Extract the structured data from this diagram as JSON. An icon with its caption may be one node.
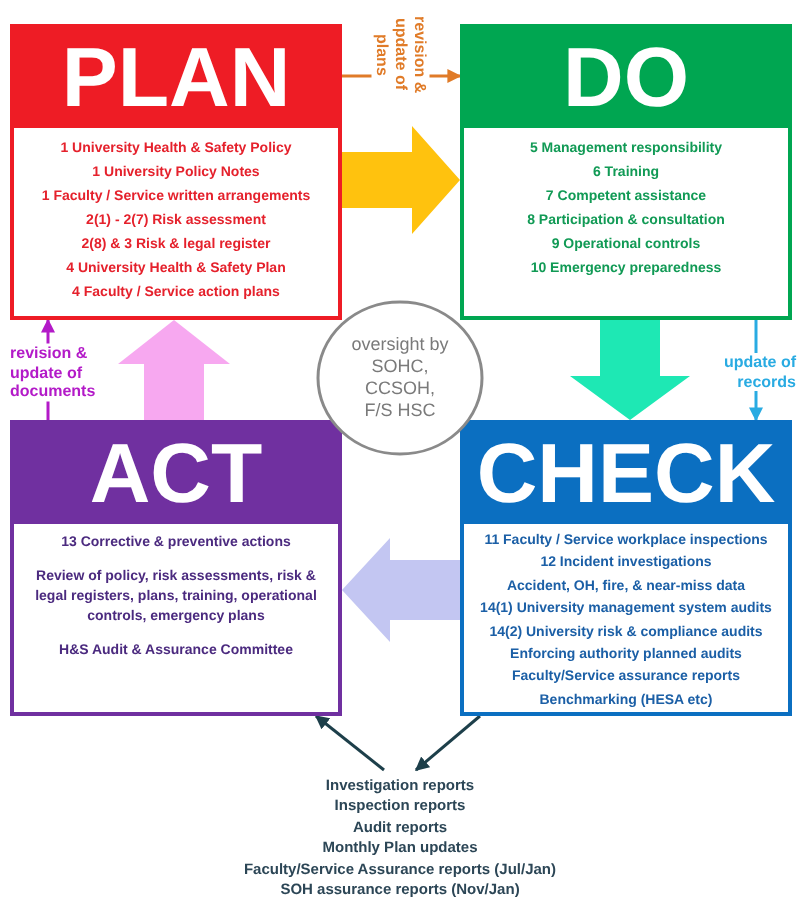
{
  "diagram": {
    "nodes": [
      {
        "text": [
          "PLAN",
          "1 University Health & Safety Policy",
          "1 University Policy Notes",
          "1 Faculty / Service written arrangements",
          "2(1) - 2(7) Risk assessment",
          "2(8) & 3 Risk & legal register",
          "4 University Health & Safety Plan",
          "4 Faculty / Service action plans"
        ]
      },
      {
        "text": [
          "DO",
          "5 Management responsibility",
          "6 Training",
          "7 Competent assistance",
          "8 Participation & consultation",
          "9 Operational controls",
          "10 Emergency preparedness"
        ]
      },
      {
        "text": [
          "ACT",
          "13 Corrective & preventive actions",
          "Review of policy, risk assessments, risk & legal registers, plans, training, operational controls, emergency plans",
          "H&S Audit & Assurance Committee"
        ]
      },
      {
        "text": [
          "CHECK",
          "11 Faculty / Service workplace inspections",
          "12 Incident investigations",
          "Accident, OH, fire, & near-miss data",
          "14(1) University management system audits",
          "14(2) University risk & compliance audits",
          "Enforcing authority planned audits",
          "Faculty/Service assurance reports",
          "Benchmarking (HESA etc)"
        ]
      },
      {
        "text": [
          "oversight by SOHC, CCSOH, F/S HSC"
        ]
      },
      {
        "text": [
          "Investigation reports",
          "Inspection reports",
          "Audit reports",
          "Monthly Plan updates",
          "Faculty/Service Assurance reports (Jul/Jan)",
          "SOH assurance reports (Nov/Jan)"
        ]
      }
    ],
    "edges": [
      {
        "from": 0,
        "to": 1,
        "arrow": "to",
        "style": "thick",
        "color": "#ffc20e"
      },
      {
        "from": 1,
        "to": 3,
        "arrow": "to",
        "style": "thick",
        "color": "#1ee8b4"
      },
      {
        "from": 3,
        "to": 2,
        "arrow": "to",
        "style": "thick",
        "color": "#c3c6f2"
      },
      {
        "from": 2,
        "to": 0,
        "arrow": "to",
        "style": "thick",
        "color": "#f7a8f0"
      },
      {
        "from": 0,
        "to": 1,
        "arrow": "to",
        "label": "revision & update of plans",
        "color": "#e07b28"
      },
      {
        "from": 1,
        "to": 3,
        "arrow": "to",
        "label": "update of records",
        "color": "#29abe2"
      },
      {
        "from": 2,
        "to": 0,
        "arrow": "to",
        "label": "revision & update of documents",
        "color": "#b31ac8"
      },
      {
        "from": 5,
        "to": 2,
        "arrow": "to"
      },
      {
        "from": 3,
        "to": 5,
        "arrow": "to"
      }
    ]
  }
}
